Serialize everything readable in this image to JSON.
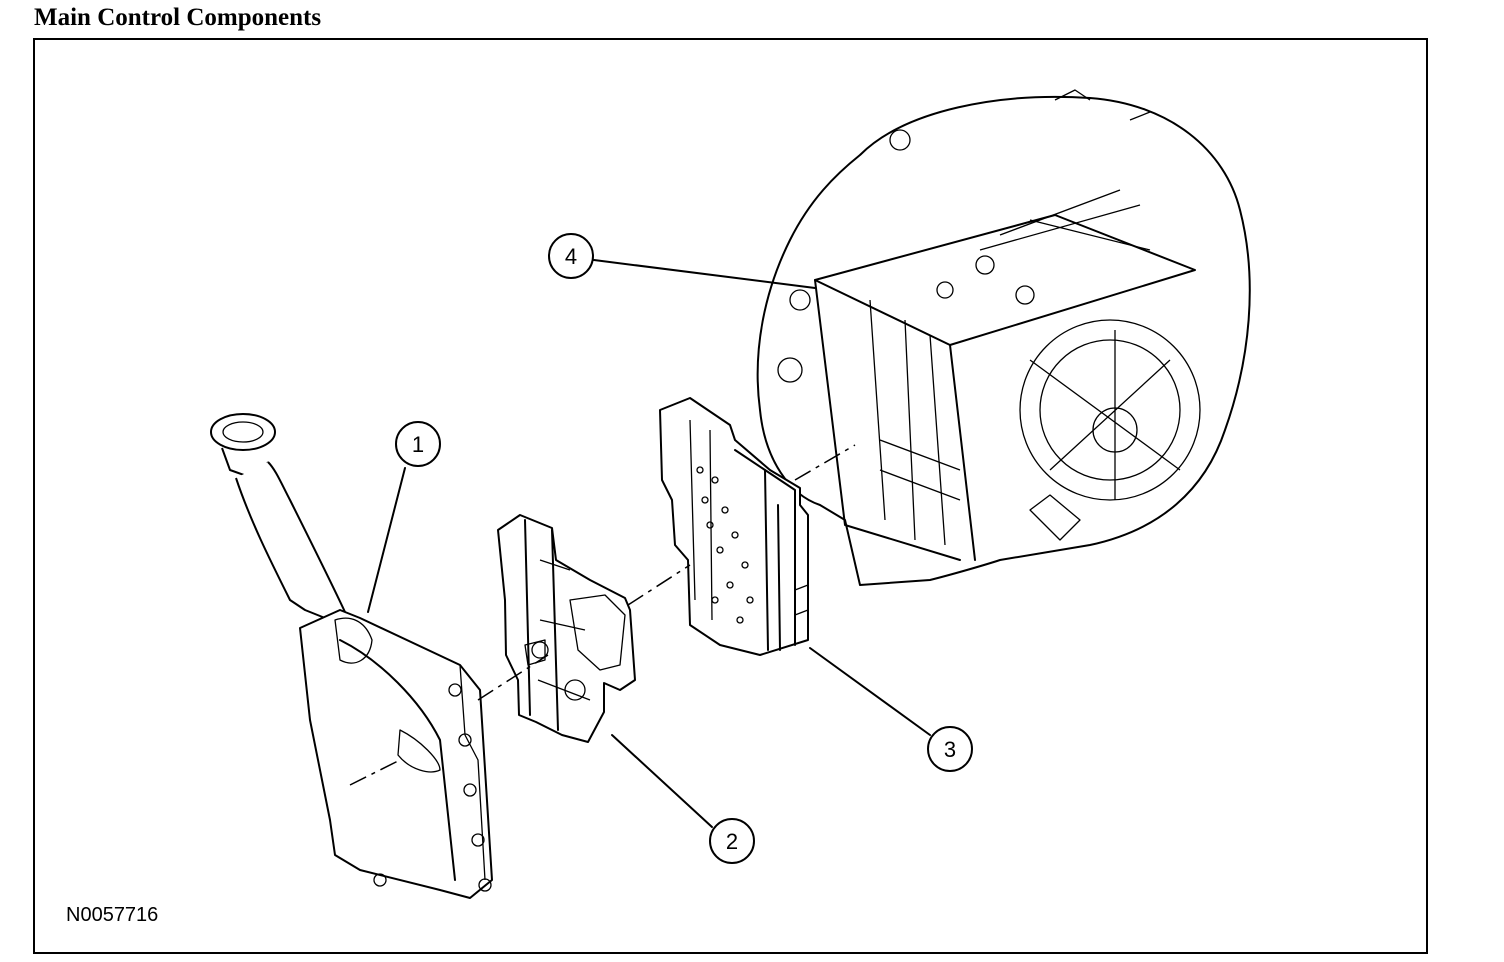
{
  "title": "Main Control Components",
  "figure_id": "N0057716",
  "callouts": [
    {
      "label": "1"
    },
    {
      "label": "2"
    },
    {
      "label": "3"
    },
    {
      "label": "4"
    }
  ]
}
